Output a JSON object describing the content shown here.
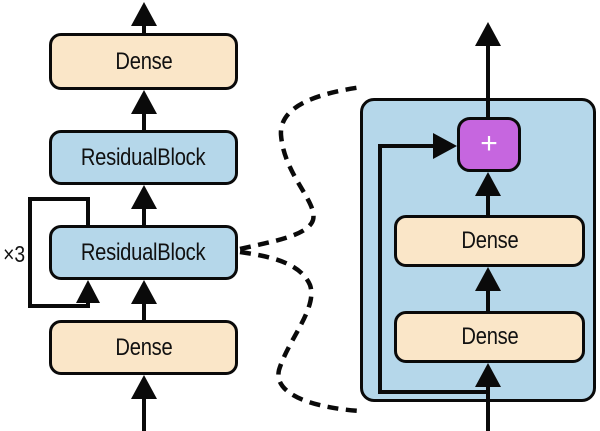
{
  "figure": {
    "left_stack": {
      "output_dense": "Dense",
      "residual_block_top": "ResidualBlock",
      "residual_block_repeated": "ResidualBlock",
      "input_dense": "Dense",
      "repeat_badge": "×3"
    },
    "detail_view": {
      "add_node": "+",
      "dense_upper": "Dense",
      "dense_lower": "Dense"
    },
    "colors": {
      "dense_fill": "#FAE6C8",
      "block_fill": "#B5D7EA",
      "add_fill": "#C666DF",
      "stroke": "#0A0A0A"
    }
  }
}
